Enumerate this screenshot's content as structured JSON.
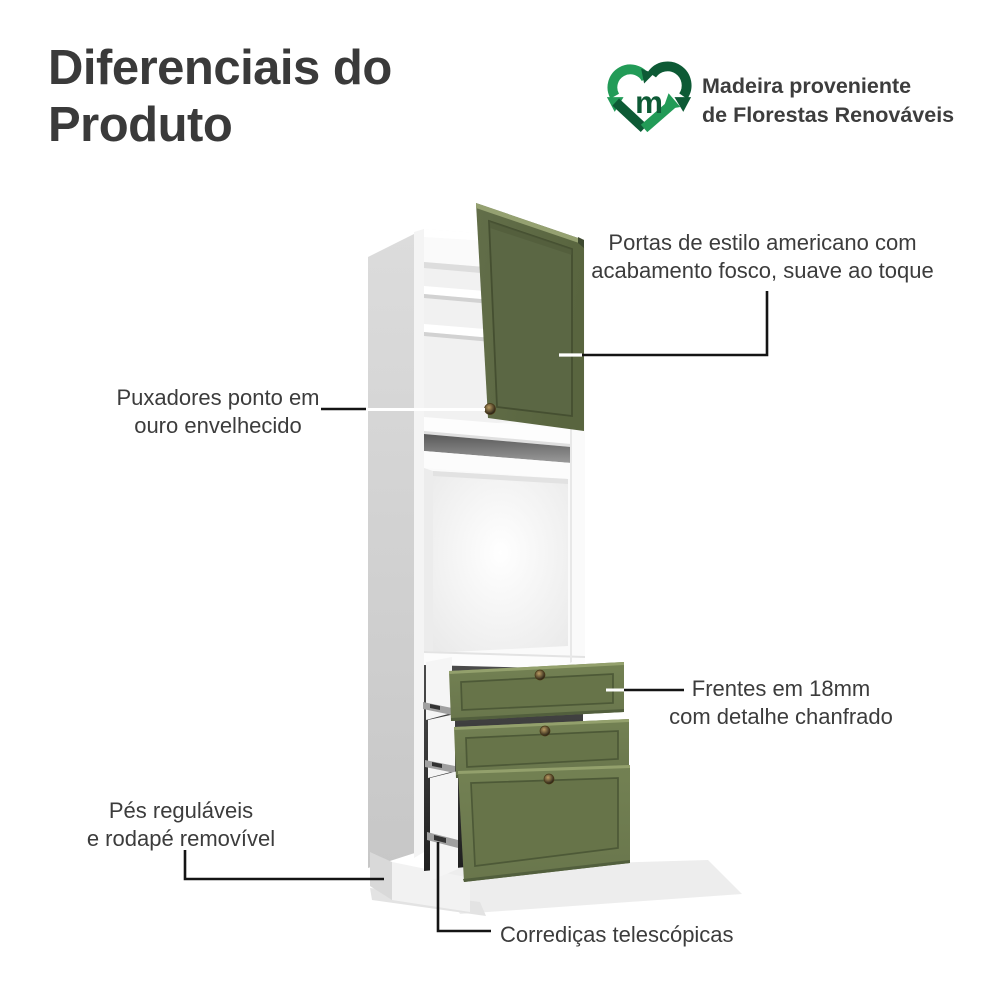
{
  "header": {
    "title_line1": "Diferenciais do",
    "title_line2": "Produto",
    "title_color": "#3a3a3a"
  },
  "badge": {
    "icon": "recycle-heart-m-icon",
    "letter": "m",
    "line1": "Madeira proveniente",
    "line2": "de Florestas Renováveis",
    "green_medium": "#229b57",
    "green_dark": "#0d5a35",
    "text_color": "#3d3d3d"
  },
  "callouts": {
    "portas": {
      "line1": "Portas de estilo americano com",
      "line2": "acabamento fosco, suave ao toque"
    },
    "puxadores": {
      "line1": "Puxadores ponto em",
      "line2": "ouro envelhecido"
    },
    "frentes": {
      "line1": "Frentes em 18mm",
      "line2": "com detalhe chanfrado"
    },
    "pes": {
      "line1": "Pés reguláveis",
      "line2": "e rodapé removível"
    },
    "corredicas": {
      "line1": "Corrediças telescópicas"
    }
  },
  "illustration": {
    "name": "tall-oven-tower-cabinet",
    "parts": [
      "door",
      "shelves",
      "oven-niche",
      "drawer-1",
      "drawer-2",
      "drawer-3",
      "plinth",
      "knobs",
      "telescopic-slides"
    ],
    "door_color": "#5e6a46",
    "drawer_color": "#6f7c50",
    "knob_color": "#8a6b39",
    "carcass_color": "#fafafa",
    "side_panel_color": "#d2d2d2",
    "leader_line_color": "#141414"
  }
}
